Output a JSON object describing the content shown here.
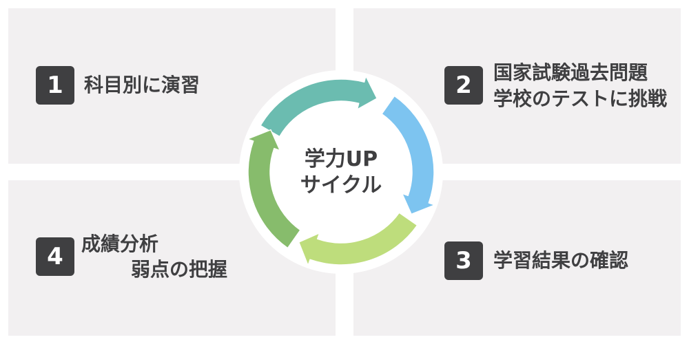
{
  "center": {
    "line1": "学力UP",
    "line2": "サイクル"
  },
  "steps": [
    {
      "number": "1",
      "lines": [
        "科目別に演習"
      ],
      "arrow_color": "#6bbcb0"
    },
    {
      "number": "2",
      "lines": [
        "国家試験過去問題",
        "学校のテストに挑戦"
      ],
      "arrow_color": "#7dc4f0"
    },
    {
      "number": "3",
      "lines": [
        "学習結果の確認"
      ],
      "arrow_color": "#bedd7c"
    },
    {
      "number": "4",
      "lines": [
        "成績分析",
        "弱点の把握"
      ],
      "arrow_color": "#87bc6c"
    }
  ],
  "colors": {
    "panel_bg": "#f2f0f1",
    "badge_bg": "#3f3f41",
    "text": "#3f3f41"
  }
}
